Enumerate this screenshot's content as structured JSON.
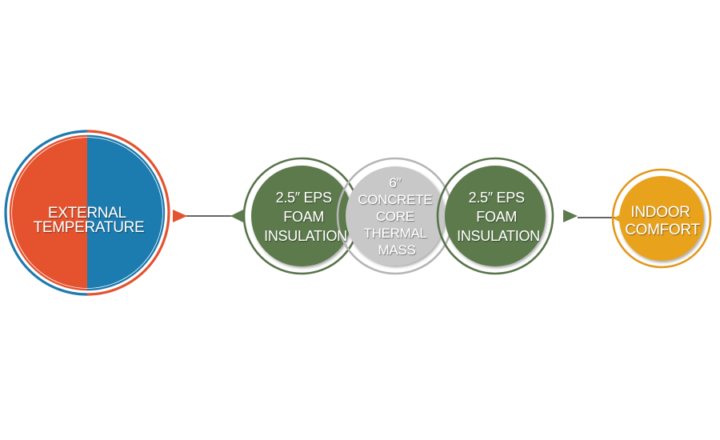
{
  "colors": {
    "external_hot": "#E4522F",
    "external_cold": "#1E7BAF",
    "foam": "#5C7A4C",
    "foam_ring": "#58744A",
    "concrete": "#C8C8C8",
    "concrete_ring": "#B5B5B5",
    "indoor": "#E8A21F",
    "indoor_ring": "#E3971A",
    "connector": "#333333"
  },
  "nodes": {
    "external": {
      "lines": [
        "EXTERNAL",
        "TEMPERATURE"
      ]
    },
    "foam_left": {
      "lines": [
        "2.5″ EPS",
        "FOAM",
        "INSULATION"
      ]
    },
    "concrete": {
      "lines": [
        "6″",
        "CONCRETE",
        "CORE",
        "THERMAL",
        "MASS"
      ]
    },
    "foam_right": {
      "lines": [
        "2.5″ EPS",
        "FOAM",
        "INSULATION"
      ]
    },
    "indoor": {
      "lines": [
        "INDOOR",
        "COMFORT"
      ]
    }
  }
}
